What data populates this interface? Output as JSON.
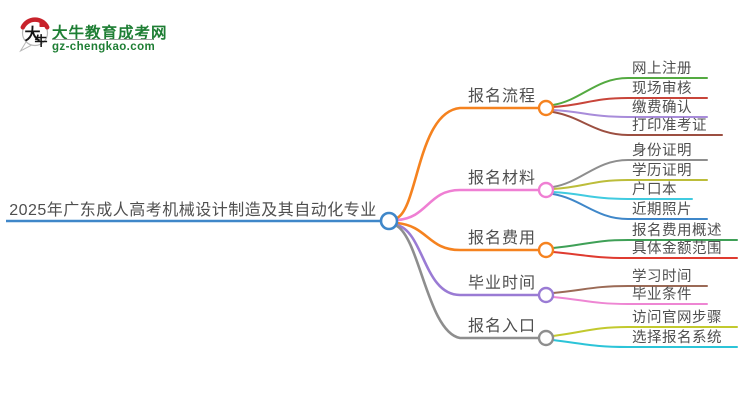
{
  "logo": {
    "char1": "大",
    "char2": "牛",
    "site_name": "大牛教育成考网",
    "site_url": "gz-chengkao.com",
    "green": "#1e7e34",
    "red": "#c8222b"
  },
  "palette": {
    "blue": "#3f87c9",
    "orange": "#f5821f",
    "pink": "#ef7fd3",
    "purple": "#9a7bd4",
    "lavender": "#a88cda",
    "gray": "#8e8e8e",
    "green": "#54aa41",
    "green2": "#3fa057",
    "red": "#c8453a",
    "red2": "#df3b30",
    "darkred": "#9c4f41",
    "olive": "#bcbd3a",
    "olive2": "#c2c92e",
    "cyan": "#41cbe0",
    "cyan2": "#2cc4d8",
    "brown": "#9b6a56",
    "magenta": "#ee86d3",
    "text_gray": "#4f4f4f"
  },
  "mindmap": {
    "root": "2025年广东成人高考机械设计制造及其自动化专业",
    "branches": [
      {
        "label": "报名流程",
        "children": [
          "网上注册",
          "现场审核",
          "缴费确认",
          "打印准考证"
        ]
      },
      {
        "label": "报名材料",
        "children": [
          "身份证明",
          "学历证明",
          "户口本",
          "近期照片"
        ]
      },
      {
        "label": "报名费用",
        "children": [
          "报名费用概述",
          "具体金额范围"
        ]
      },
      {
        "label": "毕业时间",
        "children": [
          "学习时间",
          "毕业条件"
        ]
      },
      {
        "label": "报名入口",
        "children": [
          "访问官网步骤",
          "选择报名系统"
        ]
      }
    ]
  }
}
